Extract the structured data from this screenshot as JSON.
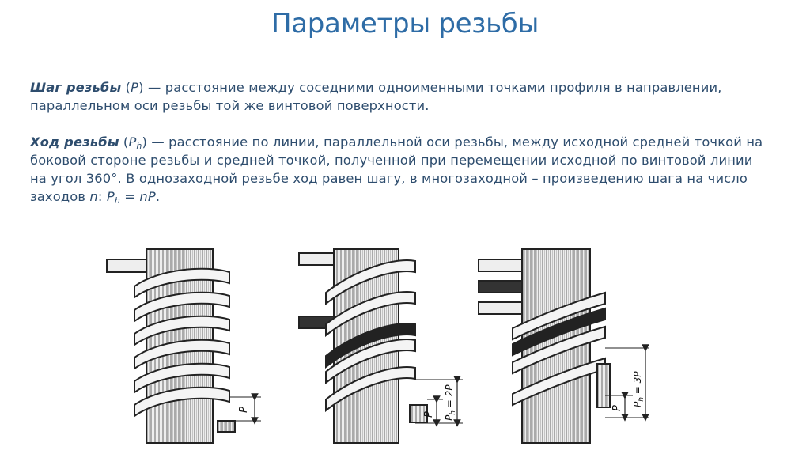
{
  "title": "Параметры резьбы",
  "pitch": {
    "term": "Шаг резьбы",
    "open": " (",
    "symbol": "P",
    "close": ")",
    "definition": " — расстояние между соседними одноименными точками профиля в направлении, параллельном оси резьбы той же винтовой поверхности."
  },
  "lead": {
    "term": "Ход резьбы",
    "open": " (",
    "symbol": "P",
    "symbol_sub": "h",
    "close": ")",
    "definition": " — расстояние по линии, параллельной оси резьбы, между исходной средней точкой  на боковой  стороне резьбы и  средней точкой, полученной при перемещении исходной  по винтовой  линии  на  угол  360°. В однозаходной резьбе ход равен шагу, в многозаходной – произведению шага на число заходов ",
    "n": "n",
    "colon": ": ",
    "formula_lhs": "P",
    "formula_sub": "h",
    "formula_eq": " = ",
    "formula_rhs": "nP",
    "period": "."
  },
  "figures": {
    "fig1": {
      "p_label": "P"
    },
    "fig2": {
      "p_label": "P",
      "ph_label": "P",
      "ph_sub": "h",
      "ph_value": " = 2P"
    },
    "fig3": {
      "p_label": "P",
      "ph_label": "P",
      "ph_sub": "h",
      "ph_value": " = 3P"
    }
  }
}
